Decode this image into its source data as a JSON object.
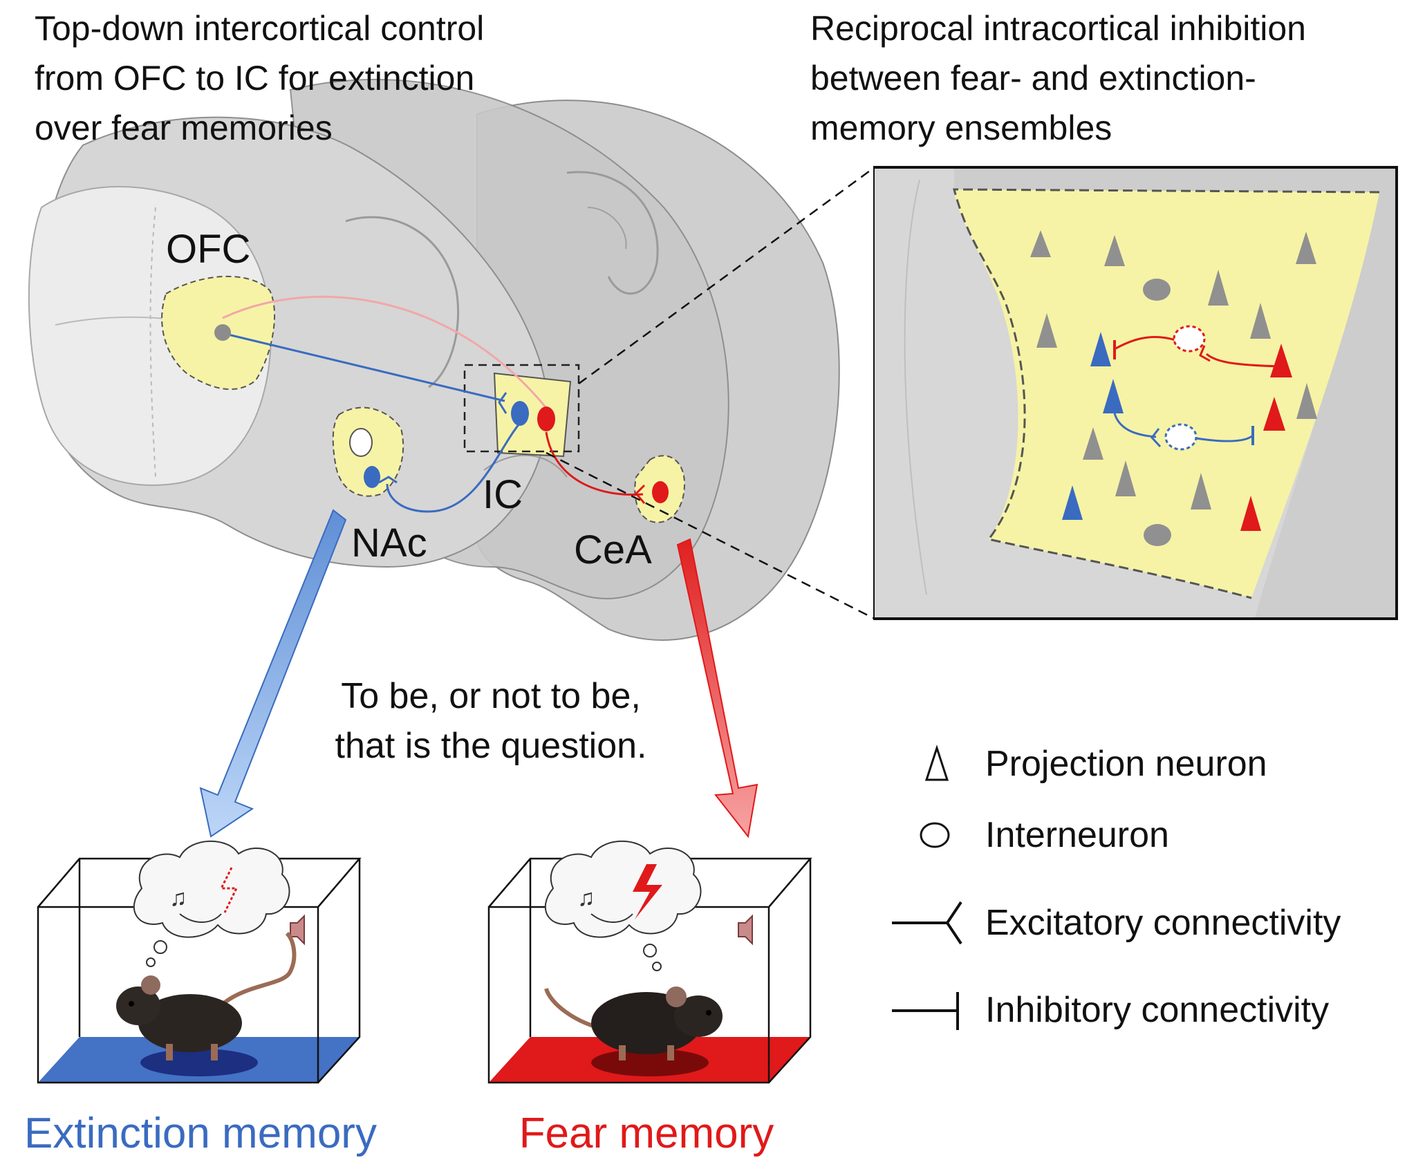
{
  "headings": {
    "left": [
      "Top-down intercortical control",
      "from OFC to IC for extinction",
      "over fear memories"
    ],
    "right": [
      "Reciprocal intracortical inhibition",
      "between fear- and extinction-",
      "memory ensembles"
    ]
  },
  "regions": {
    "ofc": "OFC",
    "ic": "IC",
    "nac": "NAc",
    "cea": "CeA"
  },
  "quote": [
    "To be, or not to be,",
    "that is the question."
  ],
  "legend": {
    "projection": "Projection neuron",
    "interneuron": "Interneuron",
    "excitatory": "Excitatory connectivity",
    "inhibitory": "Inhibitory connectivity"
  },
  "outcomes": {
    "extinction": "Extinction memory",
    "fear": "Fear memory"
  },
  "colors": {
    "extinction": "#3a6bc0",
    "fear": "#e0191a",
    "region_fill": "#f6f3a6",
    "brain_gray": "#d9d9d9"
  }
}
